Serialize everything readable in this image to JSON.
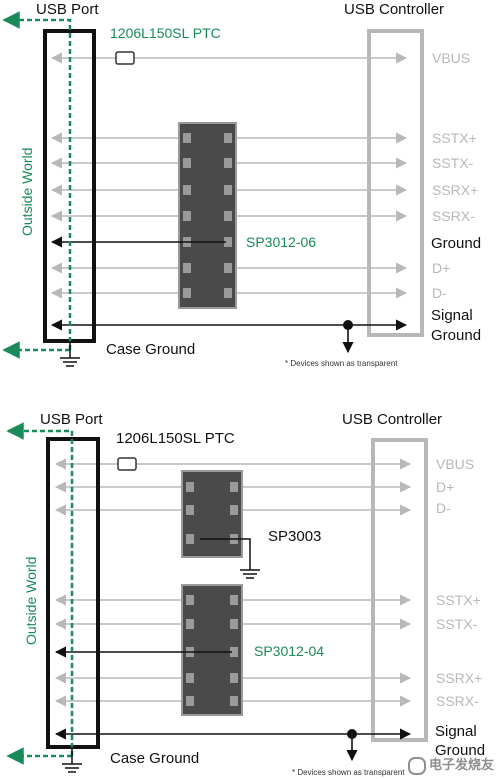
{
  "diagram_top": {
    "usb_port": "USB Port",
    "usb_controller": "USB Controller",
    "ptc": "1206L150SL PTC",
    "outside_world": "Outside World",
    "signals": [
      "VBUS",
      "SSTX+",
      "SSTX-",
      "SSRX+",
      "SSRX-",
      "Ground",
      "D+",
      "D-"
    ],
    "device": "SP3012-06",
    "signal_ground_1": "Signal",
    "signal_ground_2": "Ground",
    "case_ground": "Case Ground",
    "note": "* Devices shown as transparent"
  },
  "diagram_bottom": {
    "usb_port": "USB Port",
    "usb_controller": "USB Controller",
    "ptc": "1206L150SL PTC",
    "outside_world": "Outside World",
    "signals": [
      "VBUS",
      "D+",
      "D-",
      "SSTX+",
      "SSTX-",
      "SSRX+",
      "SSRX-"
    ],
    "device_1": "SP3003",
    "device_2": "SP3012-04",
    "signal_ground_1": "Signal",
    "signal_ground_2": "Ground",
    "case_ground": "Case Ground",
    "note": "* Devices shown as transparent"
  },
  "watermark": "电子发烧友",
  "colors": {
    "green": "#1a8a5a",
    "gray": "#b8b8b8",
    "dark": "#111111",
    "chip": "#4a4a4a"
  }
}
